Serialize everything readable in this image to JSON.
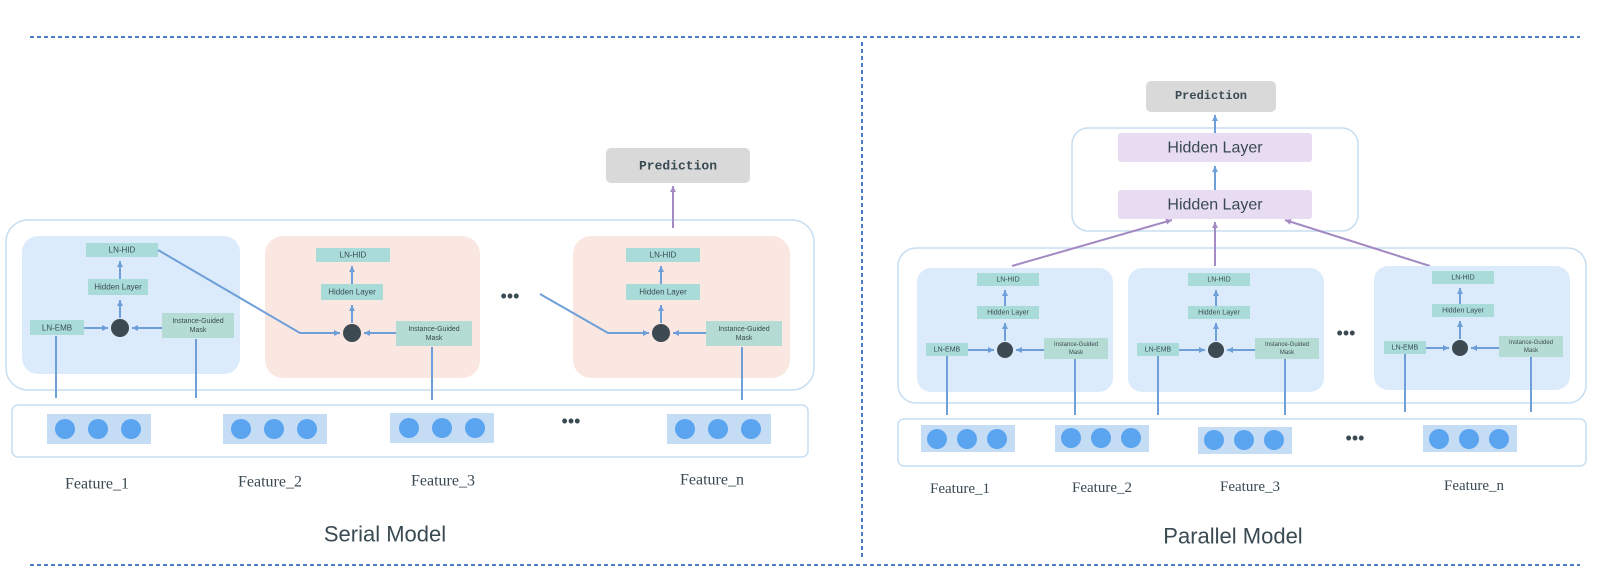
{
  "serial": {
    "caption": "Serial Model",
    "prediction": "Prediction",
    "blocks": [
      {
        "ln_hid": "LN-HID",
        "hidden": "Hidden Layer",
        "ln_emb": "LN-EMB",
        "mask": "Instance-Guided Mask"
      },
      {
        "ln_hid": "LN-HID",
        "hidden": "Hidden Layer",
        "mask": "Instance-Guided Mask"
      },
      {
        "ln_hid": "LN-HID",
        "hidden": "Hidden Layer",
        "mask": "Instance-Guided Mask"
      }
    ],
    "features": [
      "Feature_1",
      "Feature_2",
      "Feature_3",
      "Feature_n"
    ],
    "ellipsis": "•••"
  },
  "parallel": {
    "caption": "Parallel Model",
    "prediction": "Prediction",
    "top_hidden": [
      "Hidden Layer",
      "Hidden Layer"
    ],
    "blocks": [
      {
        "ln_hid": "LN-HID",
        "hidden": "Hidden Layer",
        "ln_emb": "LN-EMB",
        "mask": "Instance-Guided Mask"
      },
      {
        "ln_hid": "LN-HID",
        "hidden": "Hidden Layer",
        "ln_emb": "LN-EMB",
        "mask": "Instance-Guided Mask"
      },
      {
        "ln_hid": "LN-HID",
        "hidden": "Hidden Layer",
        "ln_emb": "LN-EMB",
        "mask": "Instance-Guided Mask"
      }
    ],
    "features": [
      "Feature_1",
      "Feature_2",
      "Feature_3",
      "Feature_n"
    ],
    "ellipsis": "•••"
  },
  "colors": {
    "teal_box": "#a9dcd8",
    "mask_box": "#b5dcd4",
    "blue_block": "#dcebfb",
    "pink_block": "#fbe7e1",
    "dot": "#5aa4f0",
    "dot_bg": "#c5dcf5",
    "arrow": "#6e9fd8",
    "purple_arrow": "#a38ac3",
    "hidden_purple": "#e7dcf2",
    "prediction_bg": "#d9d9d9",
    "prediction_text": "#e0322e",
    "dashed": "#4a7ec7"
  }
}
